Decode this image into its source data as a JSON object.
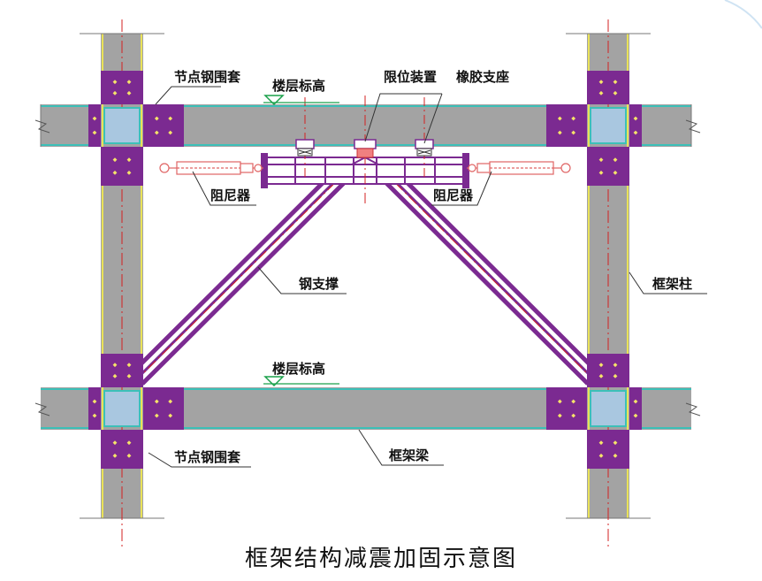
{
  "title": "框架结构减震加固示意图",
  "labels": {
    "node_sleeve_top": "节点钢围套",
    "floor_elev_top": "楼层标高",
    "limit_device": "限位装置",
    "rubber_bearing": "橡胶支座",
    "damper_left": "阻尼器",
    "damper_right": "阻尼器",
    "steel_brace": "钢支撑",
    "frame_column": "框架柱",
    "floor_elev_bottom": "楼层标高",
    "node_sleeve_bottom": "节点钢围套",
    "frame_beam": "框架梁"
  },
  "colors": {
    "concrete": "#a3a3a3",
    "steel": "#7b2a91",
    "teal_line": "#3cc0b8",
    "yellow_line": "#e9e259",
    "centerline": "#d32020",
    "level_mark": "#1aa04a",
    "damper": "#e06565"
  }
}
